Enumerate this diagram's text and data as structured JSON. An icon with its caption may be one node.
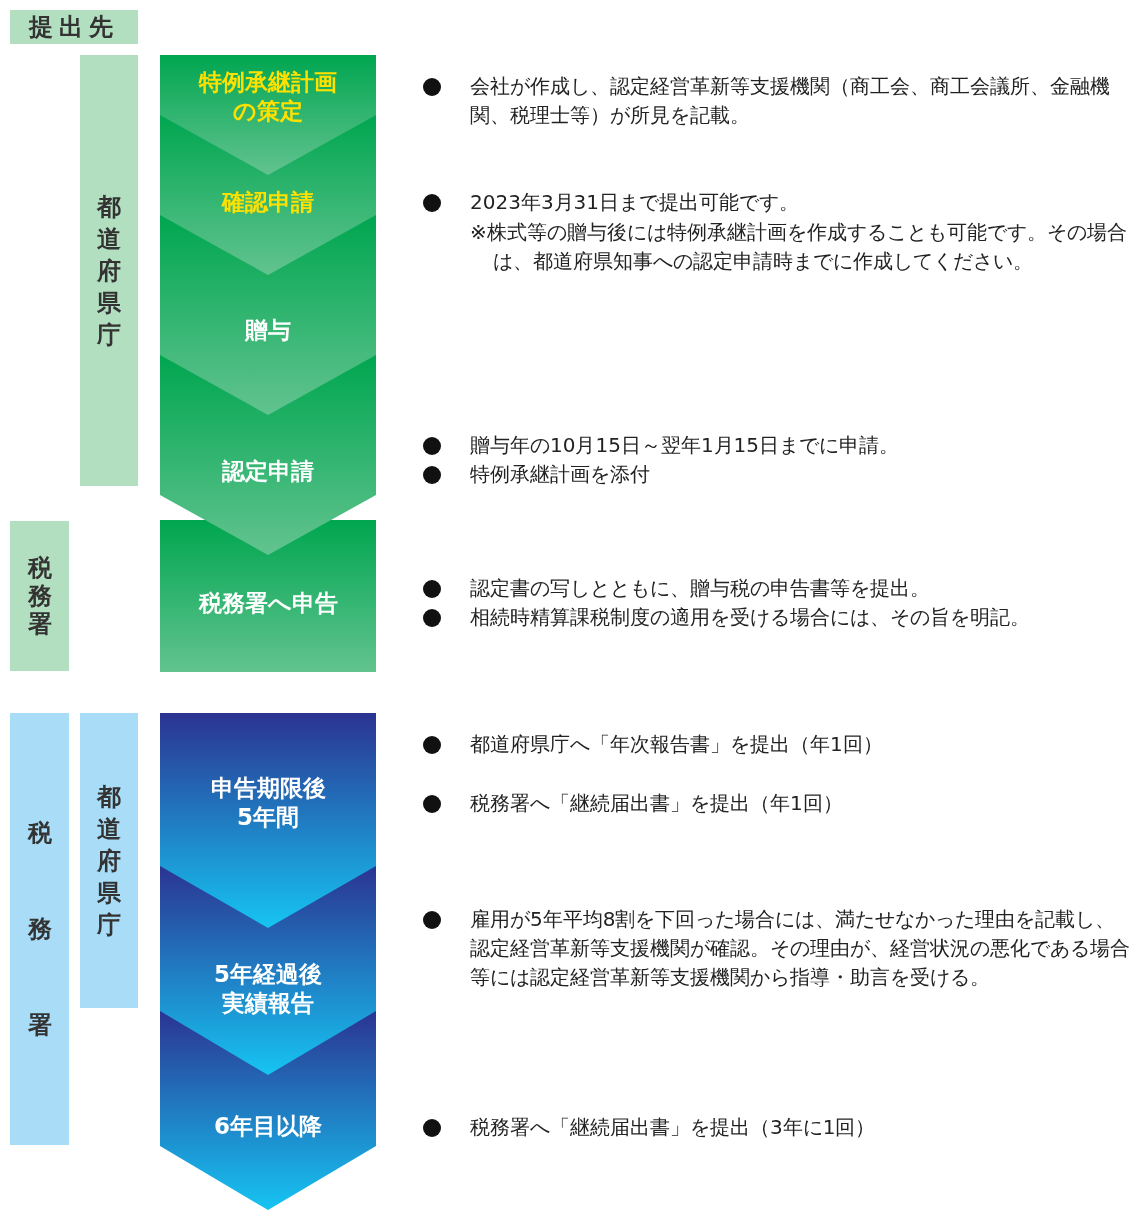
{
  "diagram": {
    "nodes": [
      {
        "text": [
          "提出先"
        ]
      },
      {
        "text": [
          "都道府県庁"
        ]
      },
      {
        "text": [
          "税務署"
        ]
      },
      {
        "text": [
          "税務署"
        ]
      },
      {
        "text": [
          "都道府県庁"
        ]
      },
      {
        "text": [
          "特例承継計画の策定"
        ]
      },
      {
        "text": [
          "確認申請"
        ]
      },
      {
        "text": [
          "贈与"
        ]
      },
      {
        "text": [
          "認定申請"
        ]
      },
      {
        "text": [
          "税務署へ申告"
        ]
      },
      {
        "text": [
          "申告期限後5年間"
        ]
      },
      {
        "text": [
          "5年経過後実績報告"
        ]
      },
      {
        "text": [
          "6年目以降"
        ]
      }
    ],
    "labels": [
      "会社が作成し、認定経営革新等支援機関（商工会、商工会議所、金融機関、税理士等）が所見を記載。",
      "2023年3月31日まで提出可能です。",
      "※株式等の贈与後には特例承継計画を作成することも可能です。その場合は、都道府県知事への認定申請時までに作成してください。",
      "贈与年の10月15日～翌年1月15日までに申請。",
      "特例承継計画を添付",
      "認定書の写しとともに、贈与税の申告書等を提出。",
      "相続時精算課税制度の適用を受ける場合には、その旨を明記。",
      "都道府県庁へ「年次報告書」を提出（年1回）",
      "税務署へ「継続届出書」を提出（年1回）",
      "雇用が5年平均8割を下回った場合には、満たせなかった理由を記載し、認定経営革新等支援機関が確認。その理由が、経営状況の悪化である場合等には認定経営革新等支援機関から指導・助言を受ける。",
      "税務署へ「継続届出書」を提出（3年に1回）"
    ]
  }
}
